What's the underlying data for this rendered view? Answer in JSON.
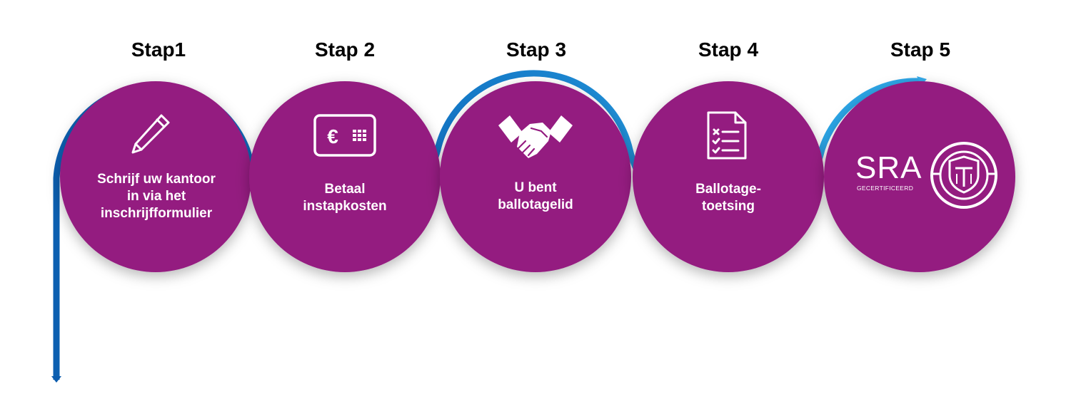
{
  "steps": [
    {
      "title": "Stap1",
      "icon": "pencil-icon",
      "text_lines": [
        "Schrijf uw kantoor",
        "in via het",
        "inschrijfformulier"
      ]
    },
    {
      "title": "Stap 2",
      "icon": "euro-card-icon",
      "text_lines": [
        "Betaal",
        "instapkosten"
      ]
    },
    {
      "title": "Stap 3",
      "icon": "handshake-icon",
      "text_lines": [
        "U bent",
        "ballotagelid"
      ]
    },
    {
      "title": "Stap 4",
      "icon": "checklist-document-icon",
      "text_lines": [
        "Ballotage-",
        "toetsing"
      ]
    },
    {
      "title": "Stap 5",
      "icon": "sra-certified-logo",
      "text_lines": []
    }
  ],
  "sra_logo": {
    "word": "SRA",
    "subtitle": "GECERTIFICEERD"
  },
  "colors": {
    "circle_fill": "#941B80",
    "path_dark_blue": "#0B5CAE",
    "path_mid_blue": "#1275C5",
    "path_light_blue": "#2AA3E4",
    "text_white": "#FFFFFF",
    "title_black": "#000000"
  }
}
